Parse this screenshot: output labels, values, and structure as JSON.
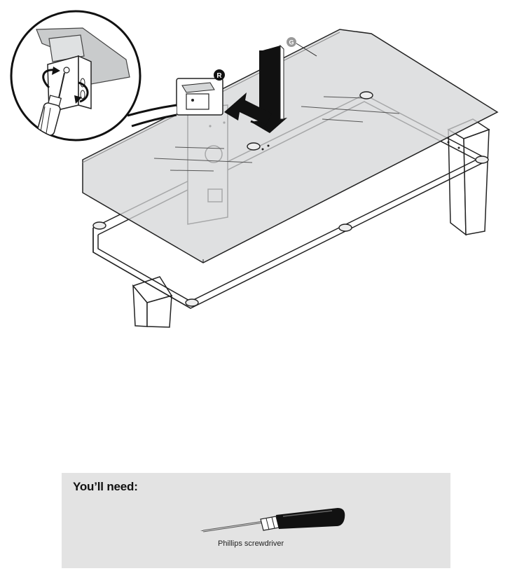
{
  "callouts": {
    "glass": "G",
    "bracket": "R"
  },
  "tools": {
    "title": "You’ll need:",
    "items": [
      {
        "label": "Phillips screwdriver",
        "icon": "phillips-screwdriver-icon"
      }
    ]
  },
  "colors": {
    "glass": "#d4d6d7",
    "outline": "#222222",
    "tools_panel": "#e3e3e3"
  }
}
